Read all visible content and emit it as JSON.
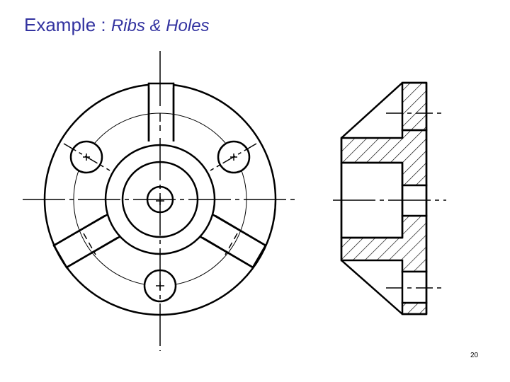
{
  "slide": {
    "title_main": "Example",
    "title_separator": " : ",
    "title_sub": "Ribs & Holes",
    "page_number": "20",
    "title_color": "#3333a0"
  },
  "diagram": {
    "front_view": {
      "name": "front-view",
      "bolt_holes": 3,
      "ribs": 3
    },
    "section_view": {
      "name": "section-view",
      "hatched": true
    }
  }
}
